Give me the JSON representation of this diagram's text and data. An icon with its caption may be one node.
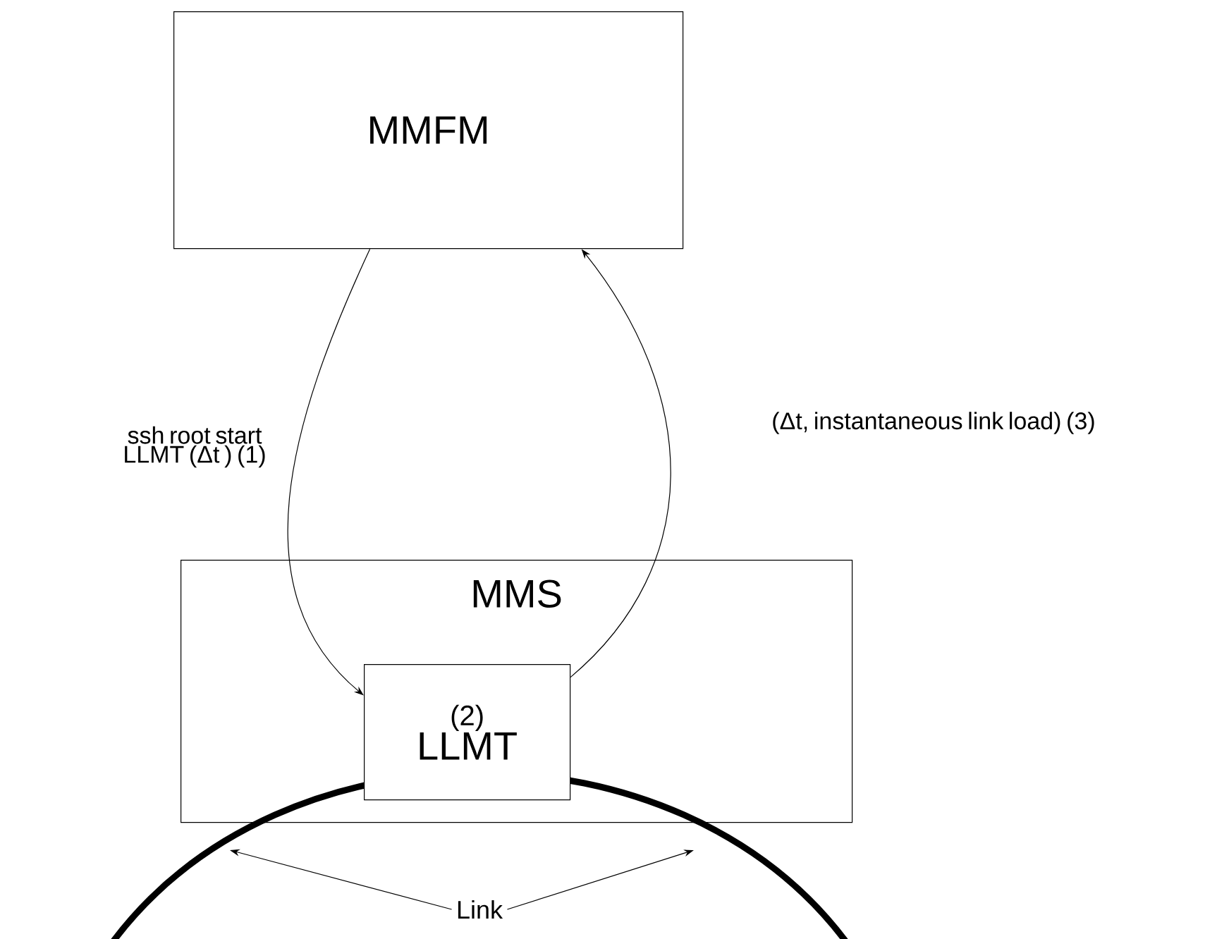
{
  "diagram": {
    "nodes": [
      {
        "text": [
          "MMFM"
        ]
      },
      {
        "text": [
          "MMS"
        ]
      },
      {
        "text": [
          "(2)",
          "LLMT"
        ],
        "in": 1
      },
      {
        "text": [
          "Link"
        ]
      }
    ],
    "edges": [
      {
        "from": 0,
        "to": 2,
        "arrow": "to",
        "label": "ssh root start LLMT (Δt ) (1)"
      },
      {
        "from": 2,
        "to": 0,
        "arrow": "to",
        "label": "(Δt, instantaneous link load) (3)"
      },
      {
        "from": 3,
        "to": null,
        "arrow": "to"
      },
      {
        "from": 3,
        "to": null,
        "arrow": "to"
      }
    ]
  }
}
